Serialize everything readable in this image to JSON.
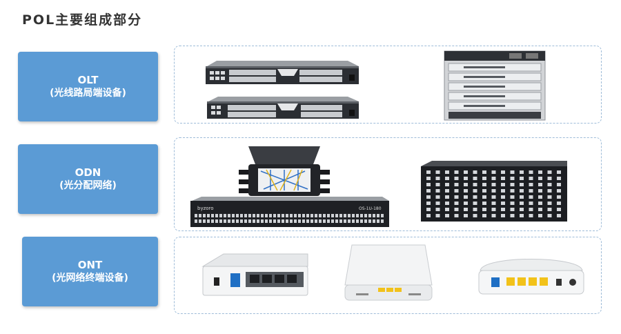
{
  "title": "POL主要组成部分",
  "accent_color": "#5b9bd5",
  "sections": [
    {
      "name": "OLT",
      "desc": "(光线路局端设备)",
      "devices": [
        "rack-switch-icon",
        "rack-switch-icon",
        "chassis-icon"
      ]
    },
    {
      "name": "ODN",
      "desc": "(光分配网络)",
      "devices": [
        "splice-closure-icon",
        "patch-panel-icon",
        "distribution-frame-icon"
      ],
      "device_text": {
        "panel_brand": "byzoro",
        "panel_model": "OS-1U-180"
      }
    },
    {
      "name": "ONT",
      "desc": "(光网络终端设备)",
      "devices": [
        "ont-router-icon",
        "ont-router-icon",
        "ont-router-icon"
      ]
    }
  ]
}
